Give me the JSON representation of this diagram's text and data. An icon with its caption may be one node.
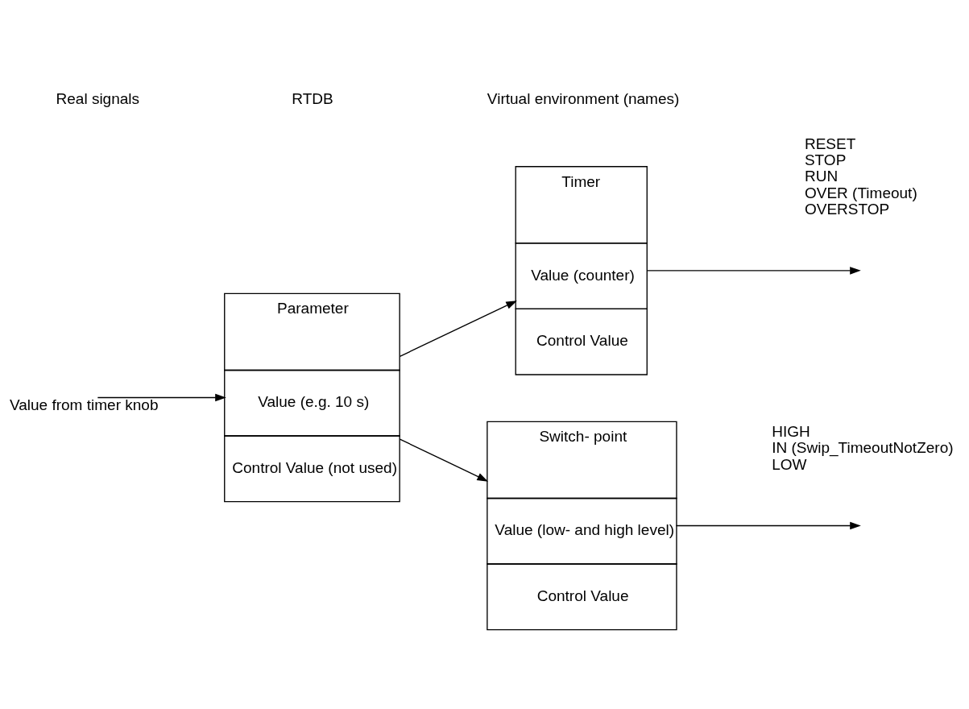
{
  "diagram": {
    "nodes": [
      {
        "text": [
          "Parameter",
          "Value (e.g. 10 s)",
          "Control Value (not used)"
        ]
      },
      {
        "text": [
          "Timer",
          "Value (counter)",
          "Control Value"
        ]
      },
      {
        "text": [
          "Switch- point",
          "Value (low- and high level)",
          "Control Value"
        ]
      }
    ],
    "edges": [
      {
        "from": null,
        "to": 0,
        "arrow": "to",
        "label": "Value from timer knob"
      },
      {
        "from": 0,
        "to": 1,
        "arrow": "to"
      },
      {
        "from": 0,
        "to": 2,
        "arrow": "to"
      },
      {
        "from": 1,
        "to": null,
        "arrow": "to"
      },
      {
        "from": 2,
        "to": null,
        "arrow": "to"
      }
    ],
    "labels": [
      "Real signals",
      "RTDB",
      "Virtual environment (names)",
      "RESET",
      "STOP",
      "RUN",
      "OVER (Timeout)",
      "OVERSTOP",
      "HIGH",
      "IN (Swip_TimeoutNotZero)",
      "LOW"
    ]
  }
}
